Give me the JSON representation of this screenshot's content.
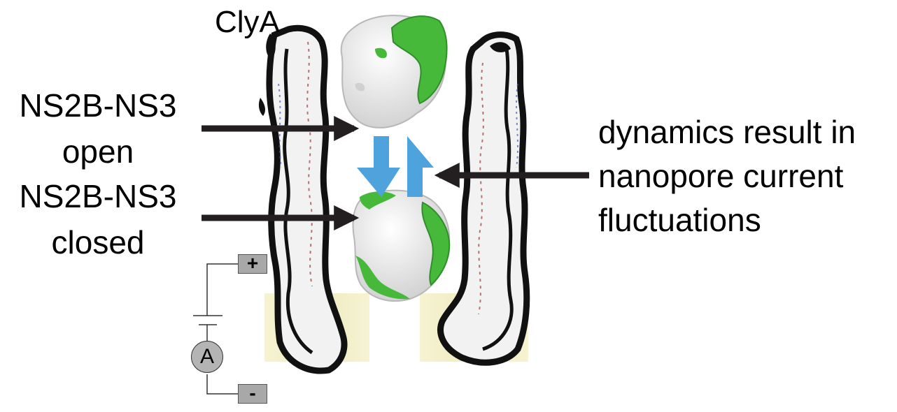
{
  "diagram": {
    "title": "ClyA",
    "label_open_line1": "NS2B-NS3",
    "label_open_line2": "open",
    "label_closed_line1": "NS2B-NS3",
    "label_closed_line2": "closed",
    "label_dynamics_line1": "dynamics result in",
    "label_dynamics_line2": "nanopore current",
    "label_dynamics_line3": "fluctuations",
    "terminal_positive": "+",
    "terminal_negative": "-",
    "ammeter_symbol": "A"
  },
  "colors": {
    "arrow": "#231f20",
    "equilibrium_arrows": "#4fa3dc",
    "protein_surface": "#e6e6e6",
    "protein_highlight": "#46b93a",
    "membrane": "#f3efc2",
    "pore_wall": "#111111"
  }
}
